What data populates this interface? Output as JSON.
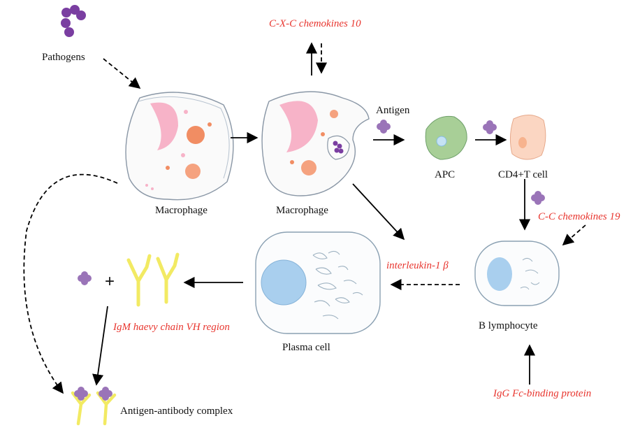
{
  "labels": {
    "pathogens": "Pathogens",
    "macrophage_1": "Macrophage",
    "macrophage_2": "Macrophage",
    "antigen": "Antigen",
    "apc": "APC",
    "cd4_t_cell": "CD4+T cell",
    "b_lymphocyte": "B lymphocyte",
    "plasma_cell": "Plasma cell",
    "complex": "Antigen-antibody complex",
    "plus": "+"
  },
  "molecules": {
    "cxc10": "C-X-C chemokines 10",
    "cc19": "C-C chemokines 19",
    "il1b": "interleukin-1 β",
    "igm": "IgM haevy chain VH region",
    "igg_fc": "IgG Fc-binding protein"
  },
  "colors": {
    "molecule_text": "#e8352e",
    "pathogen": "#7a3ea1",
    "antigen": "#9a74b8",
    "antibody": "#f2ea63",
    "nucleus_pink": "#f7b3c8",
    "apc_body": "#a8cf97",
    "t_cell_body": "#fbd6c2",
    "b_cell_nucleus": "#a9cfee"
  }
}
